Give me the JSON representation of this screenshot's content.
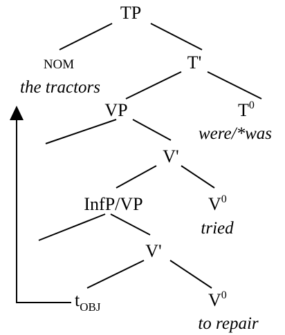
{
  "nodes": {
    "tp": "TP",
    "nom": "NOM",
    "subject": "the tractors",
    "t_bar": "T'",
    "vp": "VP",
    "t_head": "T",
    "t_head_sup": "0",
    "aux": "were/*was",
    "v_bar_upper": "V'",
    "infp": "InfP/VP",
    "v_head_upper": "V",
    "v_head_upper_sup": "0",
    "tried": "tried",
    "v_bar_lower": "V'",
    "trace": "t",
    "trace_sub": "OBJ",
    "v_head_lower": "V",
    "v_head_lower_sup": "0",
    "to_repair": "to repair"
  }
}
